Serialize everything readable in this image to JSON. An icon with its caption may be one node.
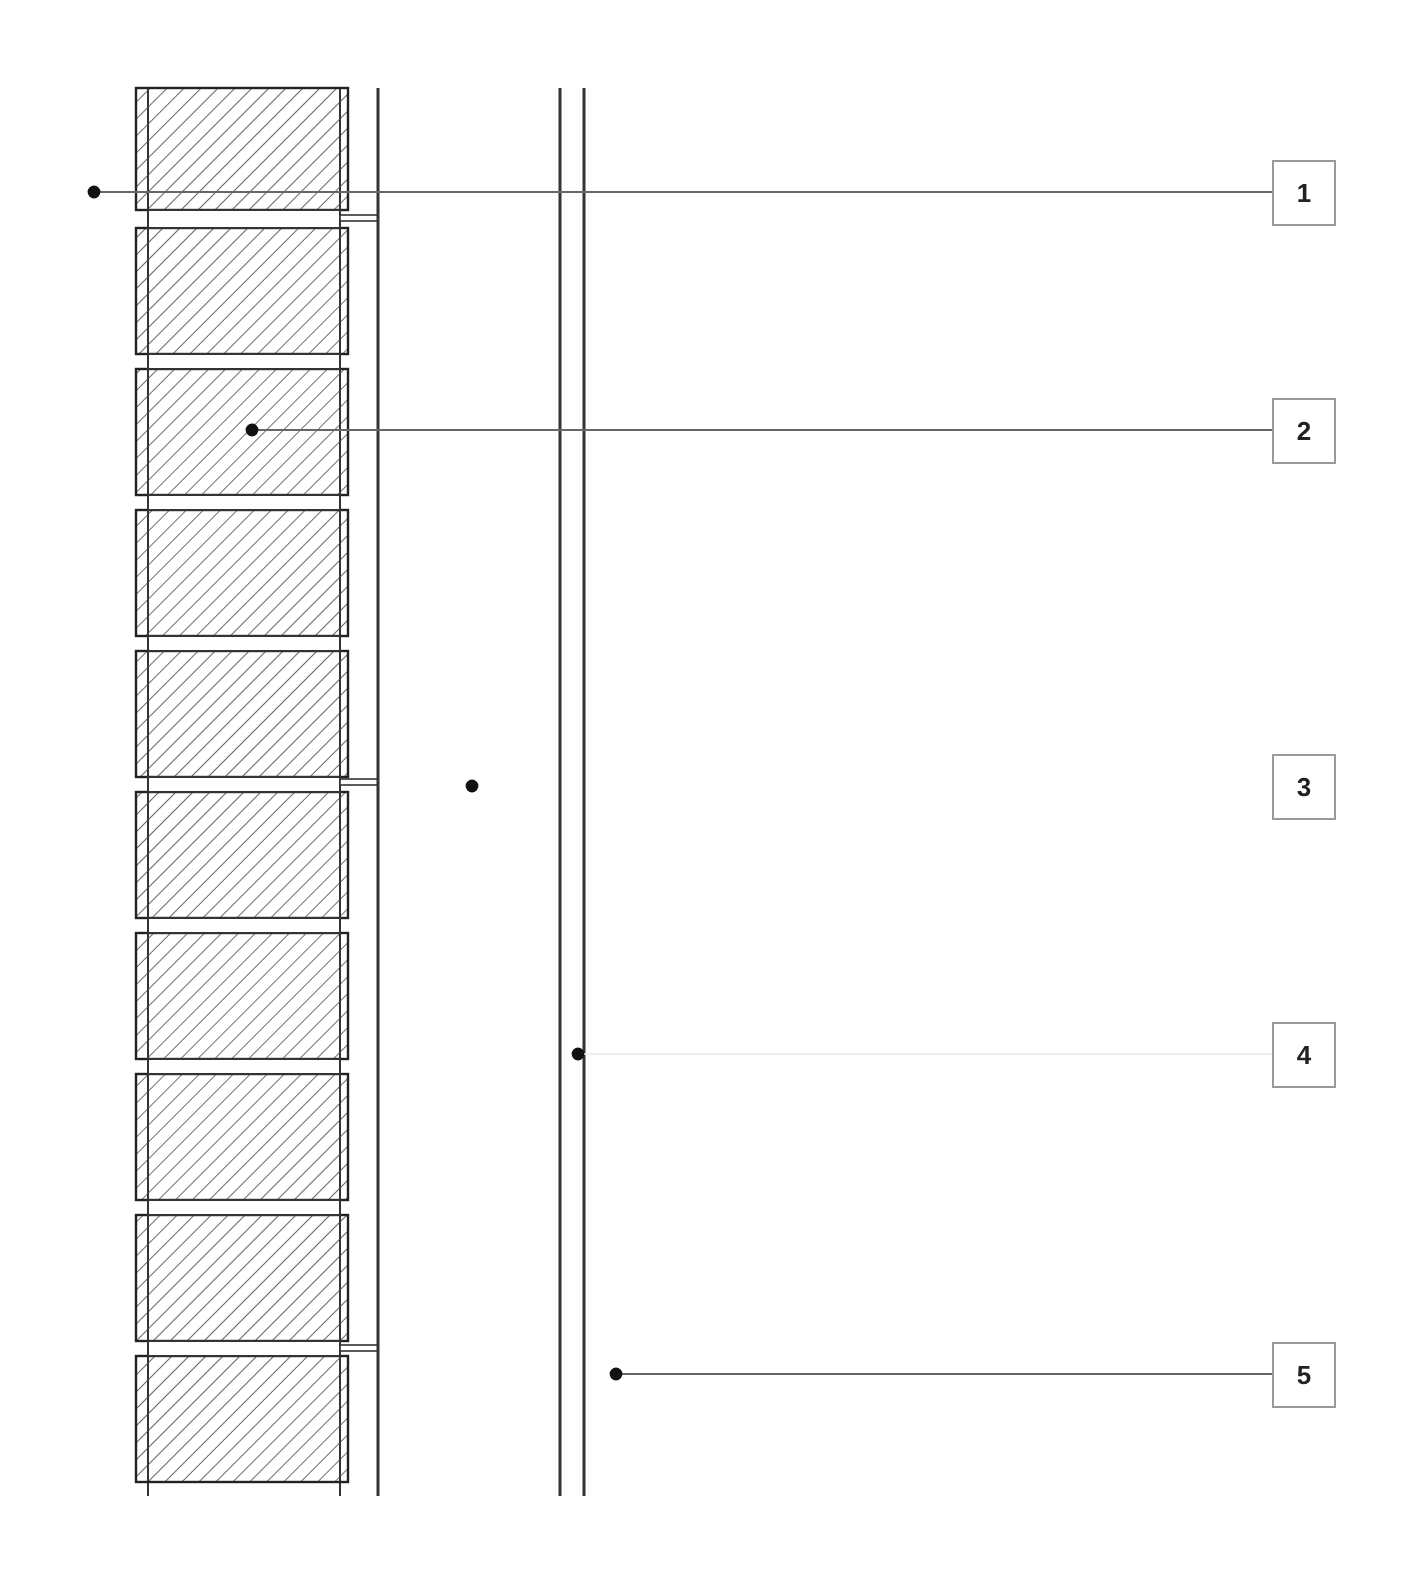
{
  "diagram": {
    "nodes": [
      {
        "text": [
          "1"
        ]
      },
      {
        "text": [
          "2"
        ]
      },
      {
        "text": [
          "3"
        ]
      },
      {
        "text": [
          "4"
        ]
      },
      {
        "text": [
          "5"
        ]
      }
    ],
    "edges": [
      {
        "from": 0,
        "to": null,
        "arrow": "other"
      },
      {
        "from": 1,
        "to": null,
        "arrow": "other"
      },
      {
        "from": 3,
        "to": null,
        "arrow": "other",
        "color": "#eeeeee"
      },
      {
        "from": 4,
        "to": null,
        "arrow": "other"
      }
    ]
  }
}
